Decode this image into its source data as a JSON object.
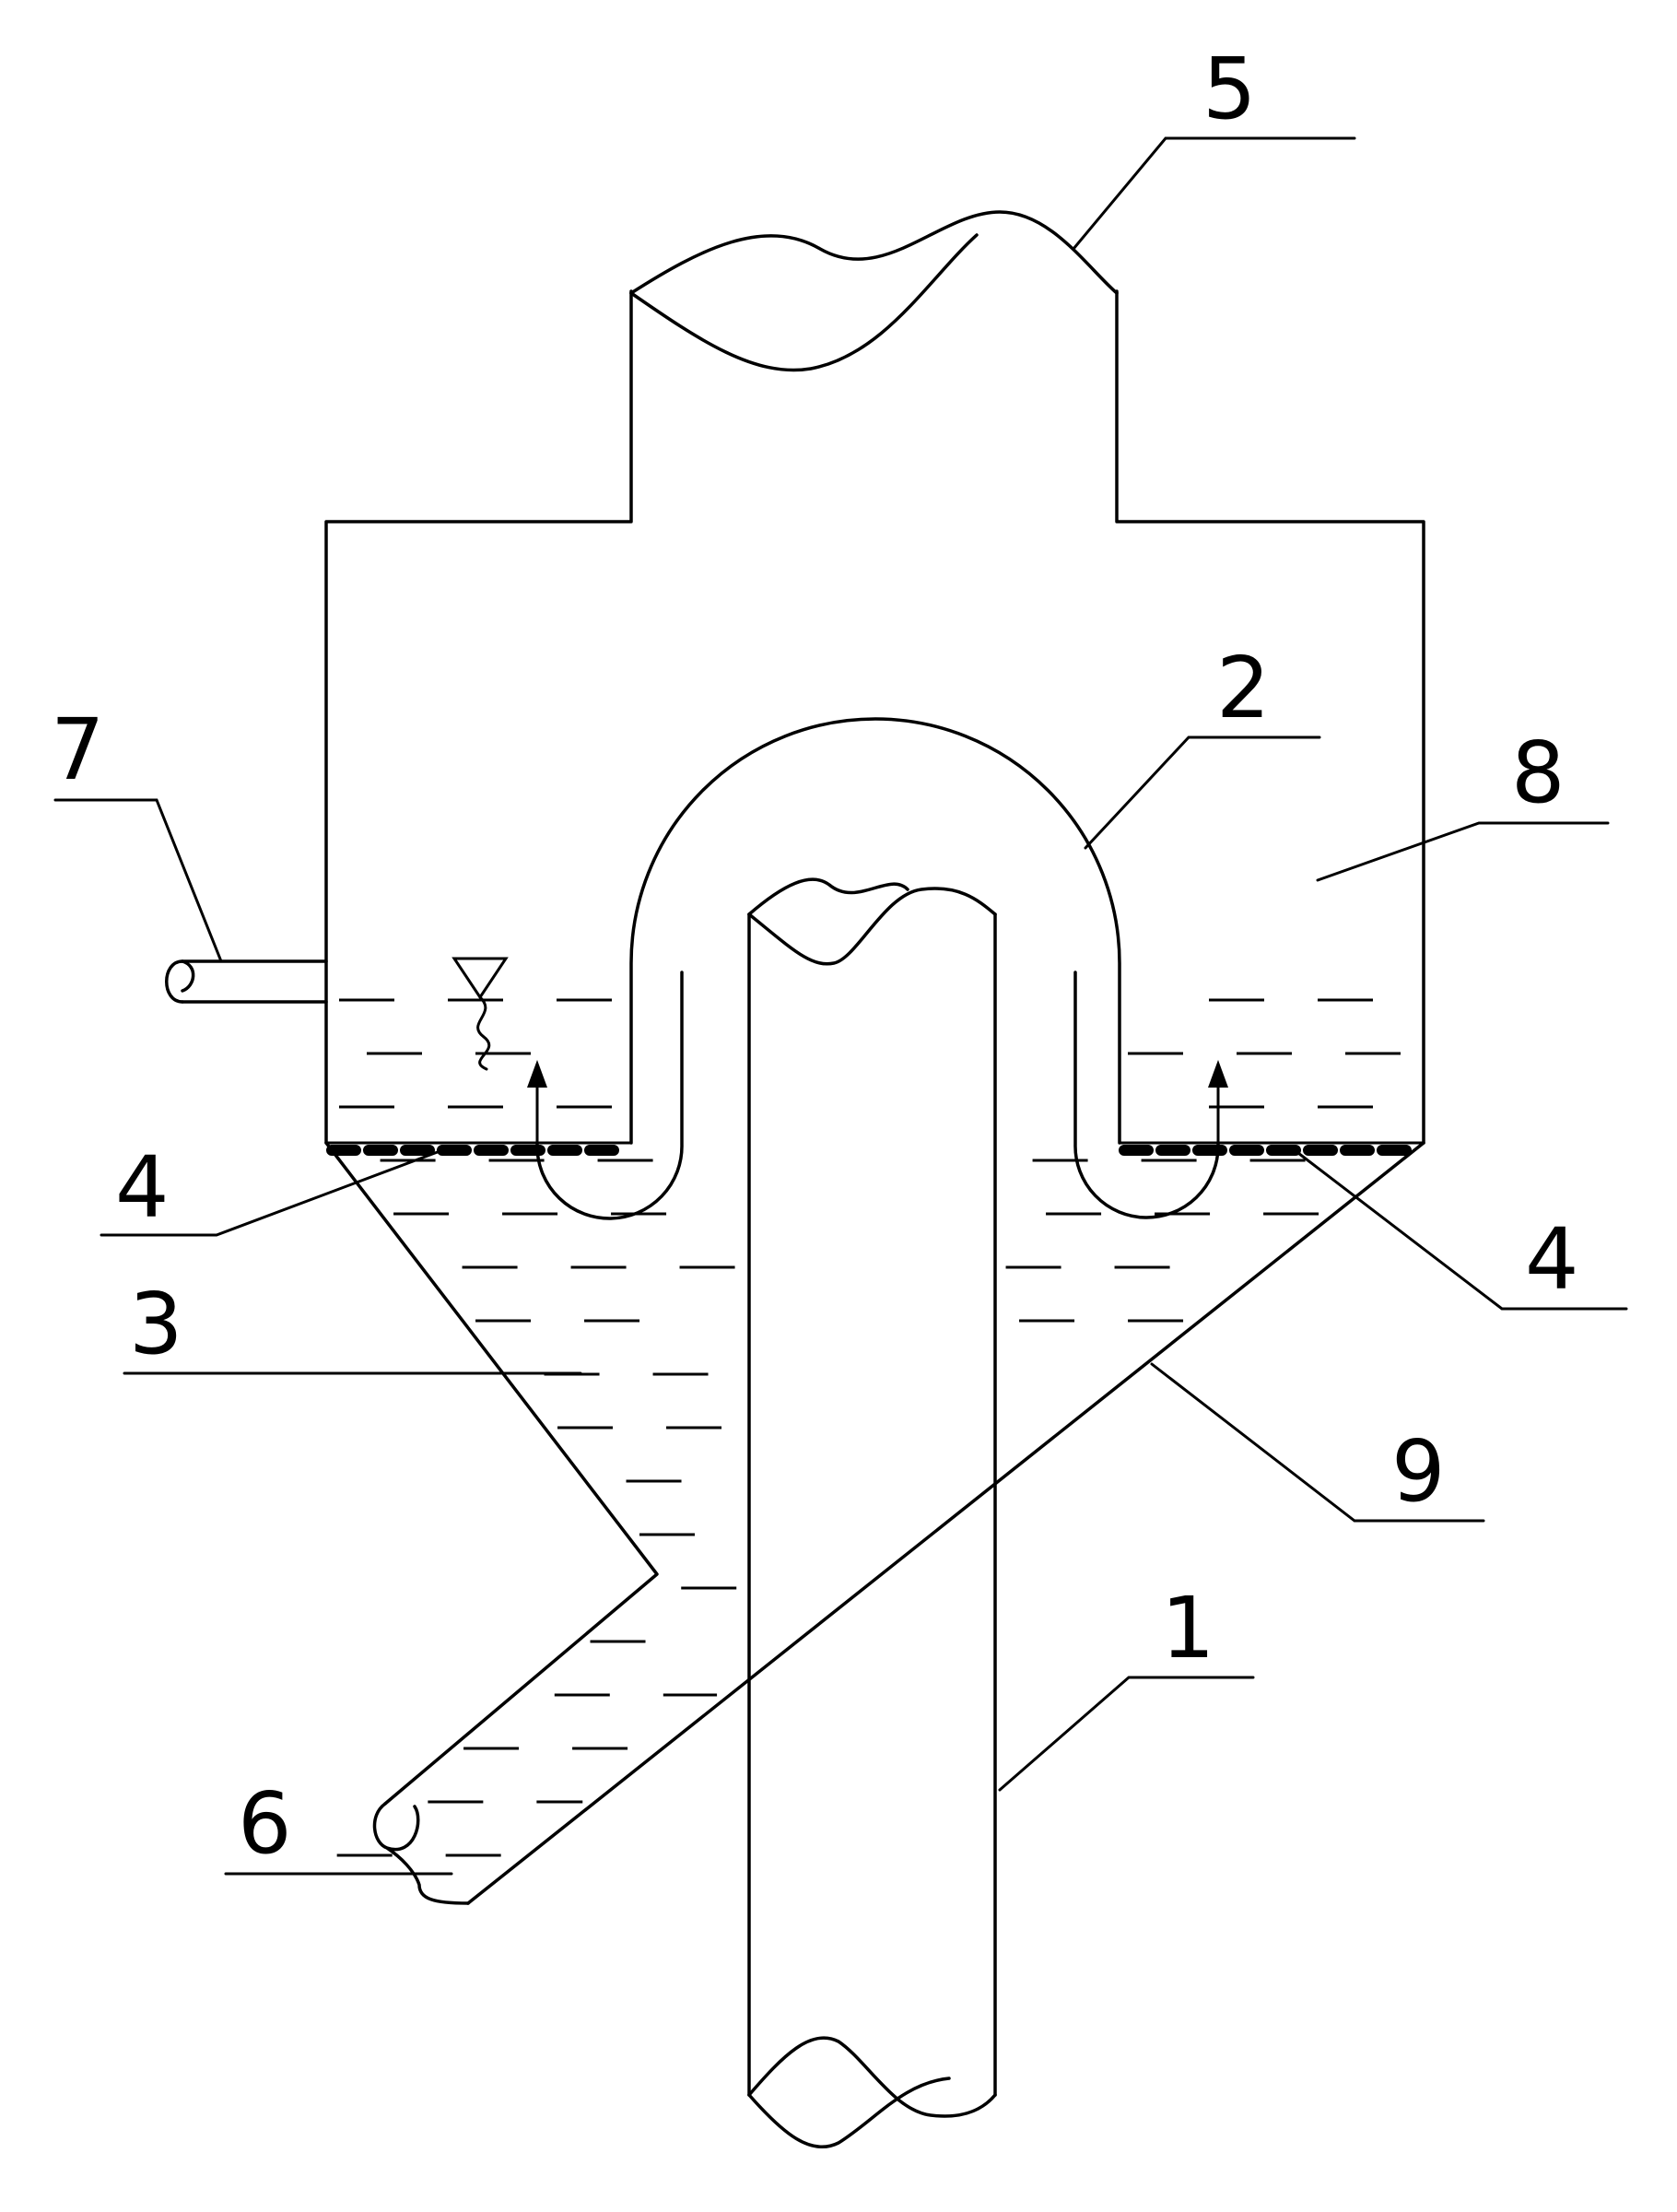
{
  "labels": {
    "l1": "1",
    "l2": "2",
    "l3": "3",
    "l4_left": "4",
    "l4_right": "4",
    "l5": "5",
    "l6": "6",
    "l7": "7",
    "l8": "8",
    "l9": "9"
  }
}
